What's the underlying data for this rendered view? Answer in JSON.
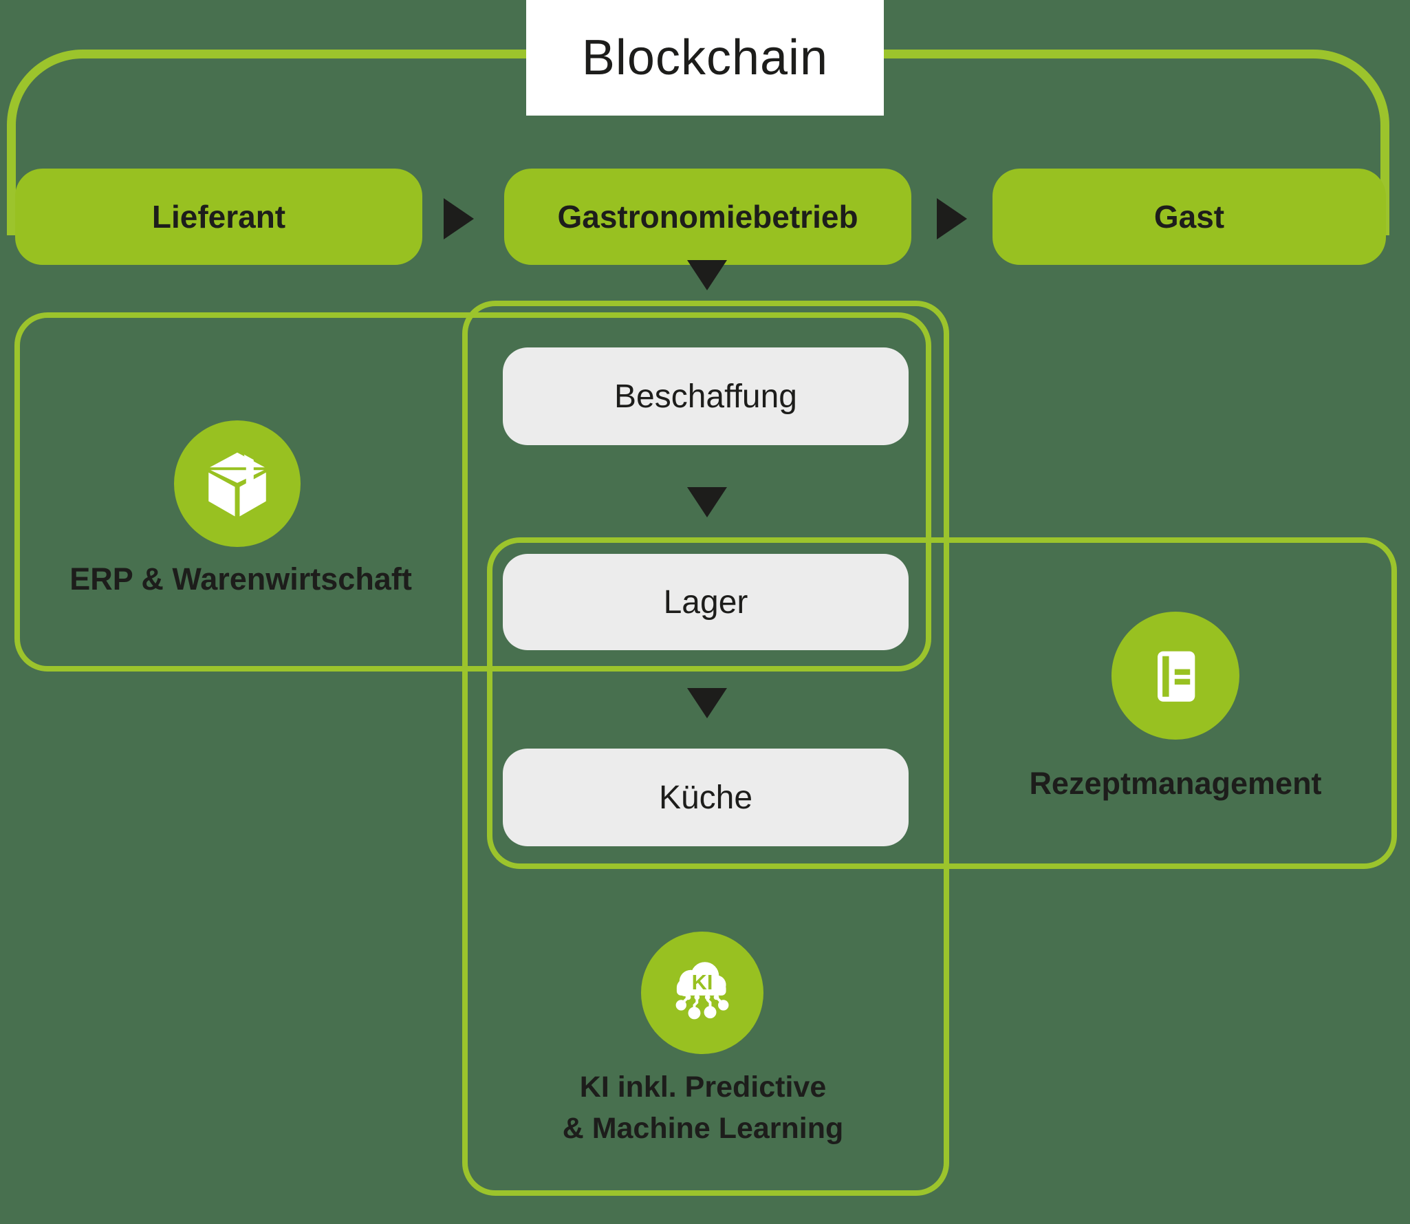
{
  "colors": {
    "background": "#48704f",
    "brand-green": "#98c121",
    "outline-green": "#9cc42c",
    "box-gray": "#ececec",
    "text-dark": "#1d1d1b",
    "white": "#ffffff"
  },
  "header": {
    "title": "Blockchain"
  },
  "flow_nodes": [
    {
      "id": "lieferant",
      "label": "Lieferant"
    },
    {
      "id": "gastronomiebetrieb",
      "label": "Gastronomiebetrieb"
    },
    {
      "id": "gast",
      "label": "Gast"
    }
  ],
  "process_steps": [
    {
      "id": "beschaffung",
      "label": "Beschaffung"
    },
    {
      "id": "lager",
      "label": "Lager"
    },
    {
      "id": "kueche",
      "label": "Küche"
    }
  ],
  "modules": [
    {
      "id": "erp",
      "icon": "package-icon",
      "label": "ERP & Warenwirtschaft"
    },
    {
      "id": "rezeptmanagement",
      "icon": "recipe-book-icon",
      "label": "Rezeptmanagement"
    },
    {
      "id": "ki",
      "icon": "ai-cloud-icon",
      "cloud_text": "KI",
      "label_line1": "KI inkl. Predictive",
      "label_line2": "& Machine Learning"
    }
  ]
}
